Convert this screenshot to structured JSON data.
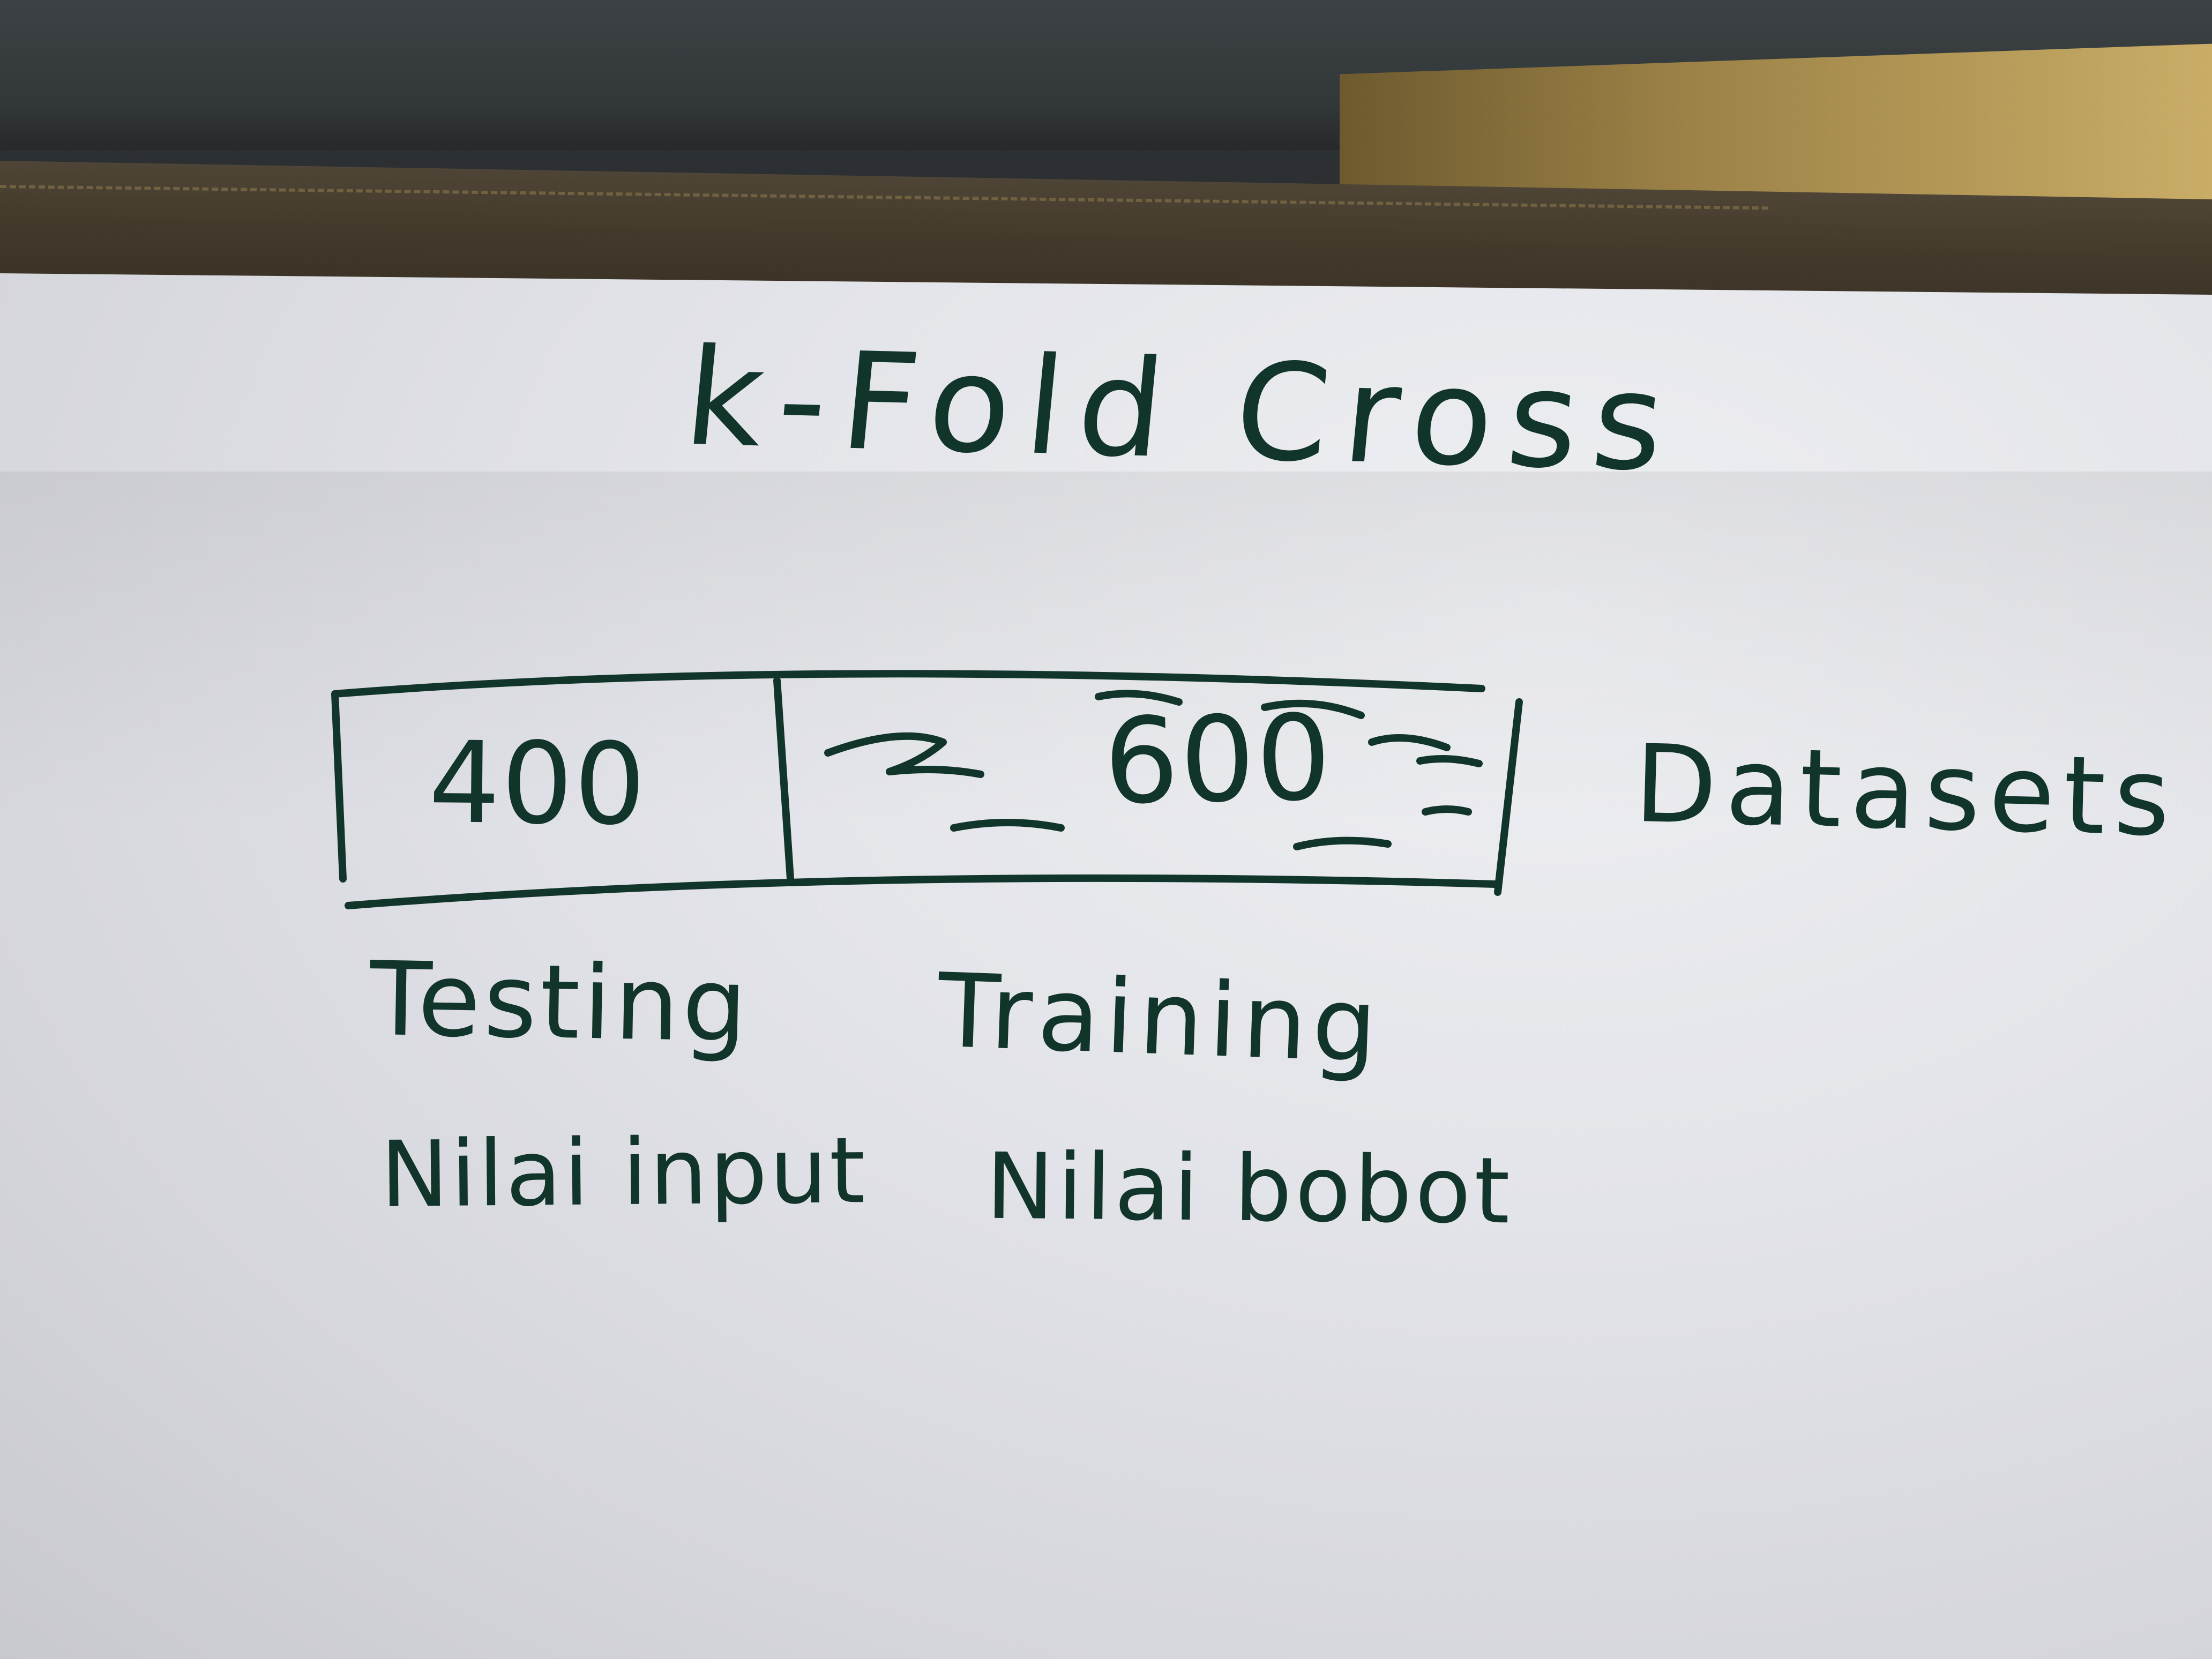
{
  "note": {
    "title": "k-Fold Cross",
    "split": {
      "testing_value": "400",
      "training_value": "600"
    },
    "datasets_label": "Datasets",
    "labels": {
      "testing": "Testing",
      "training": "Training",
      "nilai_input": "Nilai input",
      "nilai_bobot": "Nilai bobot"
    }
  },
  "colors": {
    "ink": "#12352b",
    "paper": "#e3e4e9",
    "notebook": "#433a2c",
    "cover": "#323739"
  }
}
